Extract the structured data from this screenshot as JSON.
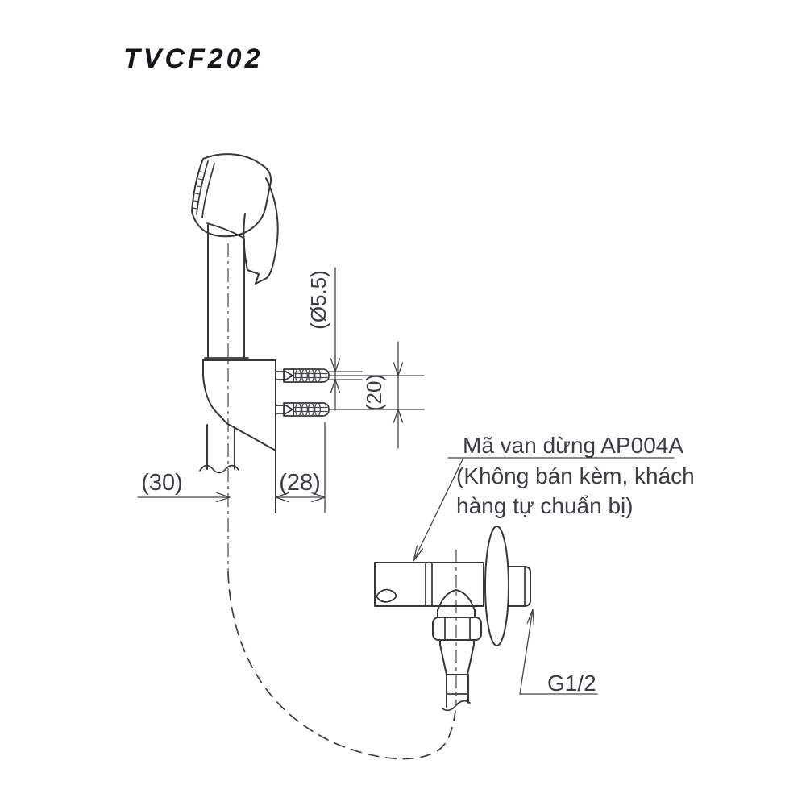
{
  "header": {
    "title": "TVCF202"
  },
  "drawing": {
    "dimensions": {
      "screw_diameter": "(Ø5.5)",
      "screw_hole_pitch": "(20)",
      "center_to_wall_offset": "(30)",
      "anchor_embed_depth": "(28)"
    },
    "annotations": {
      "stop_valve_note_line1": "Mã van dừng AP004A",
      "stop_valve_note_line2": "(Không bán kèm, khách",
      "stop_valve_note_line3": "hàng tự chuẩn bị)",
      "thread_size": "G1/2"
    },
    "colors": {
      "line": "#34363a",
      "text": "#3a3d42",
      "title": "#141519",
      "background": "#ffffff"
    }
  }
}
